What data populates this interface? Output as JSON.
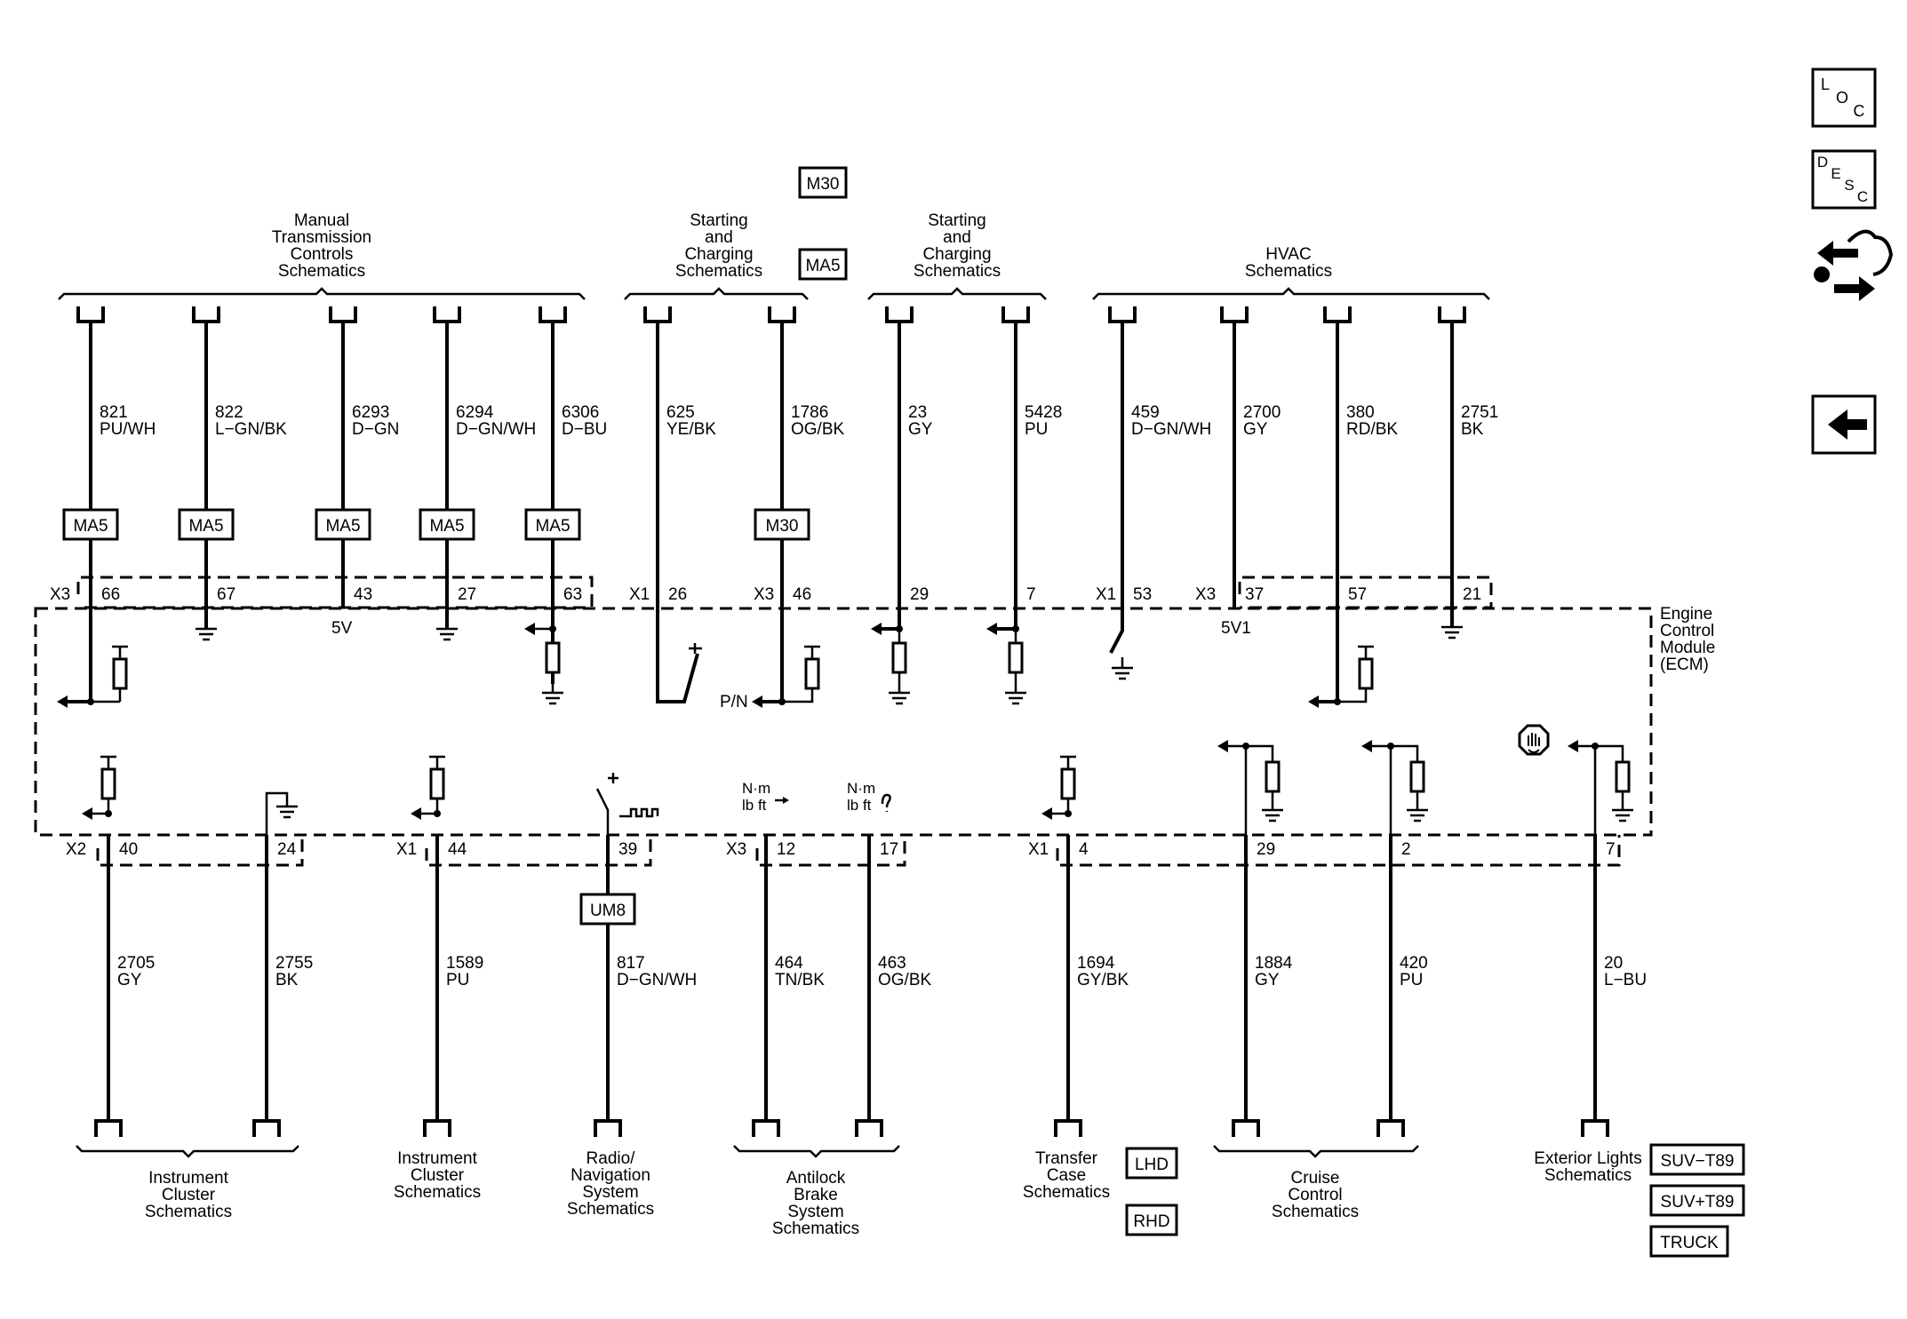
{
  "ecm_label": [
    "Engine",
    "Control",
    "Module",
    "(ECM)"
  ],
  "nav": {
    "loc": [
      "L",
      "O",
      "C"
    ],
    "desc": [
      "D",
      "E",
      "S",
      "C"
    ]
  },
  "top_groups": [
    {
      "lines": [
        "Manual",
        "Transmission",
        "Controls",
        "Schematics"
      ]
    },
    {
      "lines": [
        "Starting",
        "and",
        "Charging",
        "Schematics"
      ]
    },
    {
      "lines": [
        "Starting",
        "and",
        "Charging",
        "Schematics"
      ]
    },
    {
      "lines": [
        "HVAC",
        "Schematics"
      ]
    }
  ],
  "bottom_groups": [
    {
      "lines": [
        "Instrument",
        "Cluster",
        "Schematics"
      ]
    },
    {
      "lines": [
        "Instrument",
        "Cluster",
        "Schematics"
      ]
    },
    {
      "lines": [
        "Radio/",
        "Navigation",
        "System",
        "Schematics"
      ]
    },
    {
      "lines": [
        "Antilock",
        "Brake",
        "System",
        "Schematics"
      ]
    },
    {
      "lines": [
        "Transfer",
        "Case",
        "Schematics"
      ]
    },
    {
      "lines": [
        "Cruise",
        "Control",
        "Schematics"
      ]
    },
    {
      "lines": [
        "Exterior Lights",
        "Schematics"
      ]
    }
  ],
  "top_option_badges": [
    "M30",
    "MA5"
  ],
  "transfer_badges": [
    "LHD",
    "RHD"
  ],
  "exterior_badges": [
    "SUV−T89",
    "SUV+T89",
    "TRUCK"
  ],
  "top_wires": [
    {
      "circuit": "821",
      "color": "PU/WH",
      "badge": "MA5",
      "pin": "66"
    },
    {
      "circuit": "822",
      "color": "L−GN/BK",
      "badge": "MA5",
      "pin": "67"
    },
    {
      "circuit": "6293",
      "color": "D−GN",
      "badge": "MA5",
      "pin": "43"
    },
    {
      "circuit": "6294",
      "color": "D−GN/WH",
      "badge": "MA5",
      "pin": "27"
    },
    {
      "circuit": "6306",
      "color": "D−BU",
      "badge": "MA5",
      "pin": "63"
    },
    {
      "circuit": "625",
      "color": "YE/BK",
      "badge": "",
      "pin": "26"
    },
    {
      "circuit": "1786",
      "color": "OG/BK",
      "badge": "M30",
      "pin": "46"
    },
    {
      "circuit": "23",
      "color": "GY",
      "badge": "",
      "pin": "29"
    },
    {
      "circuit": "5428",
      "color": "PU",
      "badge": "",
      "pin": "7"
    },
    {
      "circuit": "459",
      "color": "D−GN/WH",
      "badge": "",
      "pin": "53"
    },
    {
      "circuit": "2700",
      "color": "GY",
      "badge": "",
      "pin": "37"
    },
    {
      "circuit": "380",
      "color": "RD/BK",
      "badge": "",
      "pin": "57"
    },
    {
      "circuit": "2751",
      "color": "BK",
      "badge": "",
      "pin": "21"
    }
  ],
  "bottom_wires": [
    {
      "circuit": "2705",
      "color": "GY",
      "pin": "40"
    },
    {
      "circuit": "2755",
      "color": "BK",
      "pin": "24"
    },
    {
      "circuit": "1589",
      "color": "PU",
      "pin": "44"
    },
    {
      "circuit": "817",
      "color": "D−GN/WH",
      "pin": "39",
      "badge": "UM8"
    },
    {
      "circuit": "464",
      "color": "TN/BK",
      "pin": "12"
    },
    {
      "circuit": "463",
      "color": "OG/BK",
      "pin": "17"
    },
    {
      "circuit": "1694",
      "color": "GY/BK",
      "pin": "4"
    },
    {
      "circuit": "1884",
      "color": "GY",
      "pin": "29"
    },
    {
      "circuit": "420",
      "color": "PU",
      "pin": "2"
    },
    {
      "circuit": "20",
      "color": "L−BU",
      "pin": "7"
    }
  ],
  "connectors": {
    "top": [
      "X3",
      "X1",
      "X3",
      "X1",
      "X3"
    ],
    "bottom": [
      "X2",
      "X1",
      "X3",
      "X1"
    ]
  },
  "internal_labels": {
    "v5": "5V",
    "v5_1": "5V1",
    "pn": "P/N",
    "nm": "N·m",
    "lbft": "lb ft"
  }
}
